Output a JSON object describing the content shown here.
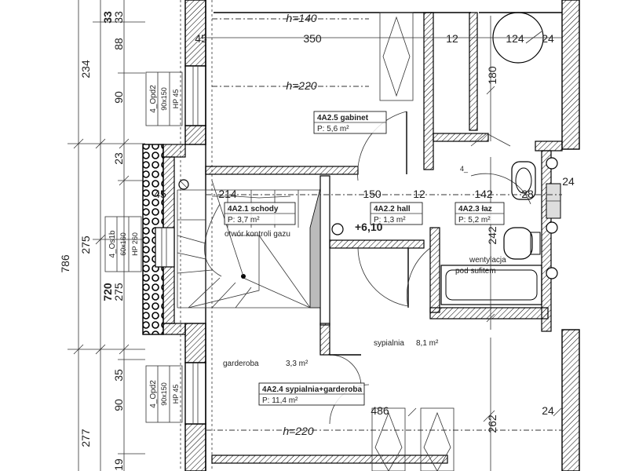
{
  "left_dimensions": {
    "col1": [
      "786"
    ],
    "col2": [
      "234",
      "275",
      "277"
    ],
    "col3": [
      "33",
      "720"
    ],
    "col4": [
      "33",
      "88",
      "90",
      "23",
      "275",
      "35",
      "90",
      "19"
    ]
  },
  "windows": [
    {
      "type": "4_Opd2",
      "size": "90x150",
      "hp": "HP  45"
    },
    {
      "type": "4_Os1b",
      "size": "60x160",
      "hp": "HP  260"
    },
    {
      "type": "4_Opd2",
      "size": "90x150",
      "hp": "HP  45"
    }
  ],
  "rooms": [
    {
      "code": "4A2.5 gabinet",
      "area": "P: 5,6 m²"
    },
    {
      "code": "4A2.1 schody",
      "area": "P: 3,7 m²"
    },
    {
      "code": "4A2.2 hall",
      "area": "P: 1,3 m²"
    },
    {
      "code": "4A2.3 łaz",
      "area": "P: 5,2 m²"
    },
    {
      "code": "4A2.4 sypialnia+garderoba",
      "area": "P: 11,4 m²"
    }
  ],
  "inner_dimensions": {
    "top": [
      "350",
      "12",
      "124",
      "24"
    ],
    "mid": [
      "45",
      "214",
      "150",
      "12",
      "142",
      "28",
      "24"
    ],
    "vertical": [
      "180",
      "242",
      "262"
    ],
    "bottom": [
      "486",
      "24"
    ]
  },
  "heights": [
    "h=140",
    "h=220",
    "h=220"
  ],
  "labels": {
    "level": "+6,10",
    "vent_line1": "wentylacja",
    "vent_line2": "pod sufitem",
    "gas": "otwór kontroli gazu",
    "garderoba": "garderoba",
    "garderoba_area": "3,3 m²",
    "sypialnia": "sypialnia",
    "sypialnia_area": "8,1 m²",
    "bath_mark": "4_",
    "side_45": "45"
  }
}
